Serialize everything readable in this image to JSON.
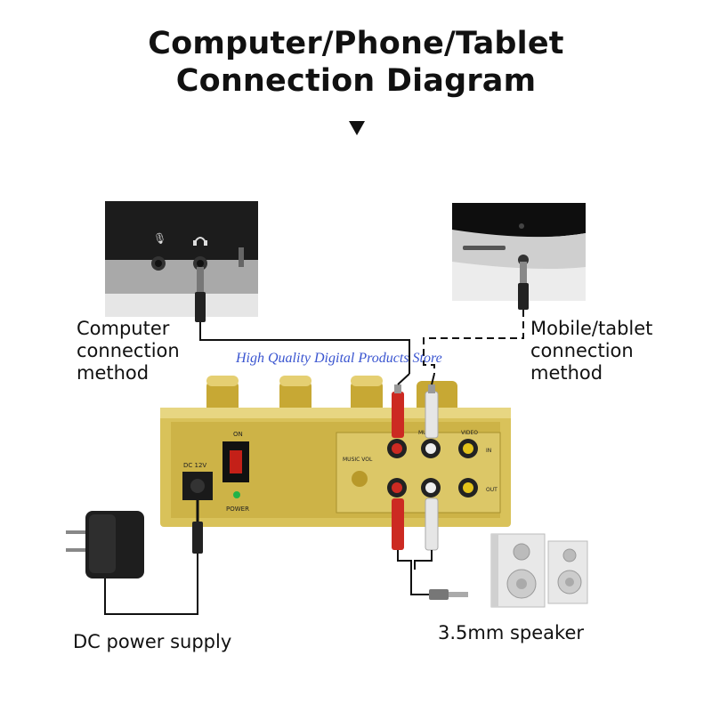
{
  "title": {
    "line1": "Computer/Phone/Tablet",
    "line2": "Connection Diagram"
  },
  "labels": {
    "computer": [
      "Computer",
      "connection",
      "method"
    ],
    "mobile": [
      "Mobile/tablet",
      "connection",
      "method"
    ],
    "dc_power": "DC power supply",
    "speaker": "3.5mm speaker"
  },
  "watermark": "High Quality Digital Products Store",
  "device": {
    "power_switch_label": "ON",
    "power_indicator_label": "POWER",
    "dc_input_label": "DC 12V",
    "music_label": "MUSIC",
    "video_label": "VIDEO",
    "music_vol_label": "MUSIC VOL",
    "video_in_label": "IN",
    "video_out_label": "OUT"
  },
  "colors": {
    "device_gold": "#d9c25a",
    "rca_red": "#cc2a22",
    "rca_white": "#e6e6e6",
    "rca_yellow": "#e2c21a",
    "watermark": "#3a55d0"
  }
}
